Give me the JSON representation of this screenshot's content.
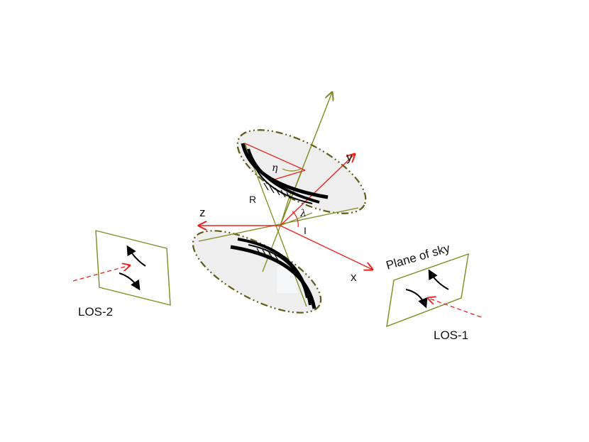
{
  "labels": {
    "axis_x": "x",
    "axis_y": "y",
    "axis_z": "z",
    "radius": "R",
    "eta": "η",
    "lambda": "λ",
    "inclination": "I",
    "plane_of_sky": "Plane of sky",
    "los1": "LOS-1",
    "los2": "LOS-2"
  },
  "colors": {
    "axis_red": "#e8231f",
    "olive": "#7f8a1e",
    "dashed_olive": "#5f5a14",
    "cone_fill": "#eeeeee",
    "arc_black": "#000000"
  }
}
